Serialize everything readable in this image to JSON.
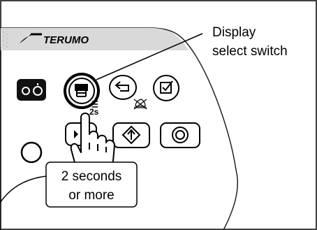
{
  "brand": {
    "logo_text": "TERUMO"
  },
  "callout": {
    "line1": "Display",
    "line2": "select switch"
  },
  "hold_label": {
    "line1": "2 seconds",
    "line2": "or more"
  },
  "display_switch": {
    "sub_label": "2s"
  },
  "icons": [
    "power-indicator-icon",
    "display-select-icon",
    "return-alarm-silence-icon",
    "checkbox-confirm-icon",
    "left-arrow-icon",
    "start-icon",
    "stop-icon",
    "pointing-hand-icon"
  ]
}
